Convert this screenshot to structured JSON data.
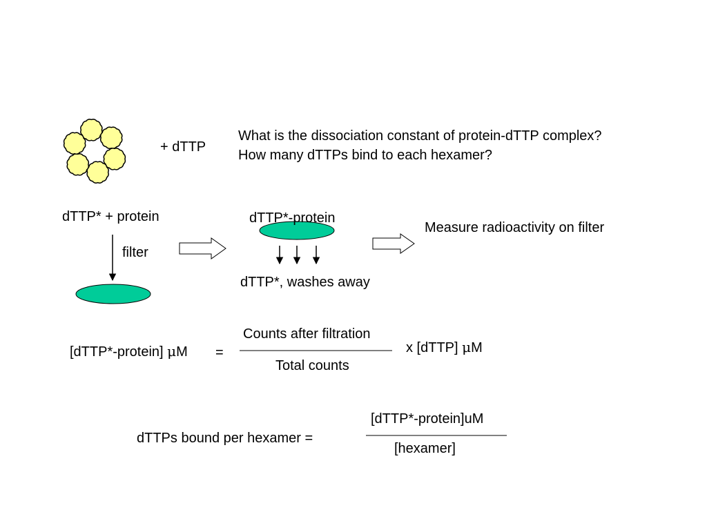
{
  "colors": {
    "subunit_fill": "#ffff99",
    "filter_fill": "#00cc99",
    "line": "#000000",
    "arrow_fill": "#ffffff"
  },
  "labels": {
    "plus_dttp": "+ dTTP",
    "question_1": "What is the dissociation constant of protein-dTTP complex?",
    "question_2": "How many dTTPs bind to each hexamer?",
    "mix": "dTTP* + protein",
    "filter": "filter",
    "complex": "dTTP*-protein",
    "measure": "Measure radioactivity on filter",
    "washes": "dTTP*, washes away"
  },
  "formula1": {
    "lhs_prefix": "[dTTP*-protein] ",
    "mu": "μ",
    "lhs_unit": "M",
    "equals": "=",
    "numerator": "Counts after filtration",
    "denominator": "Total counts",
    "rhs_prefix": "x [dTTP] ",
    "rhs_unit": "M"
  },
  "formula2": {
    "lhs": "dTTPs bound per hexamer =",
    "numerator": "[dTTP*-protein]uM",
    "denominator": "[hexamer]"
  },
  "icons": {
    "hexamer": "hexamer-ring-icon",
    "filter_disc": "filter-disc-icon",
    "process_arrow": "block-arrow-icon"
  }
}
